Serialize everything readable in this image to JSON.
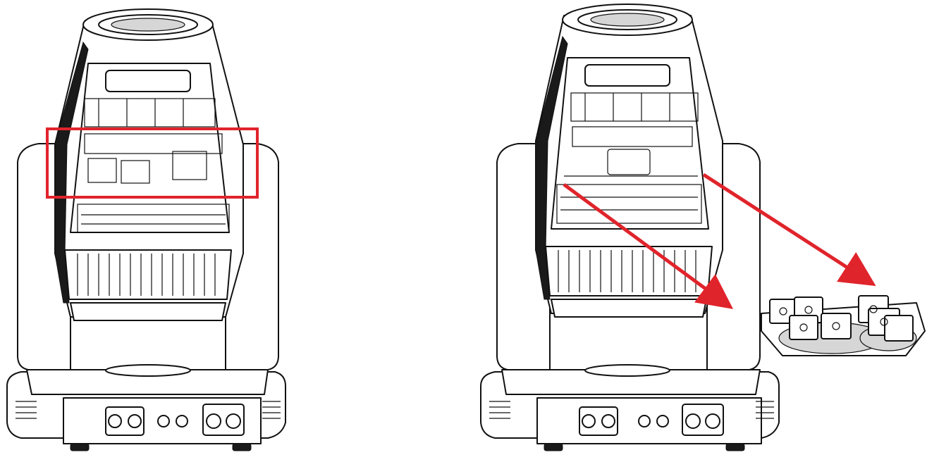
{
  "figure": {
    "panels": [
      {
        "id": "before",
        "view": "assembled-fixture",
        "highlight": "module-area"
      },
      {
        "id": "after",
        "view": "module-removed",
        "callout": "extracted-module"
      }
    ],
    "colors": {
      "highlight": "#e0242b",
      "arrow": "#e0242b",
      "line": "#111111",
      "background": "#ffffff"
    }
  }
}
